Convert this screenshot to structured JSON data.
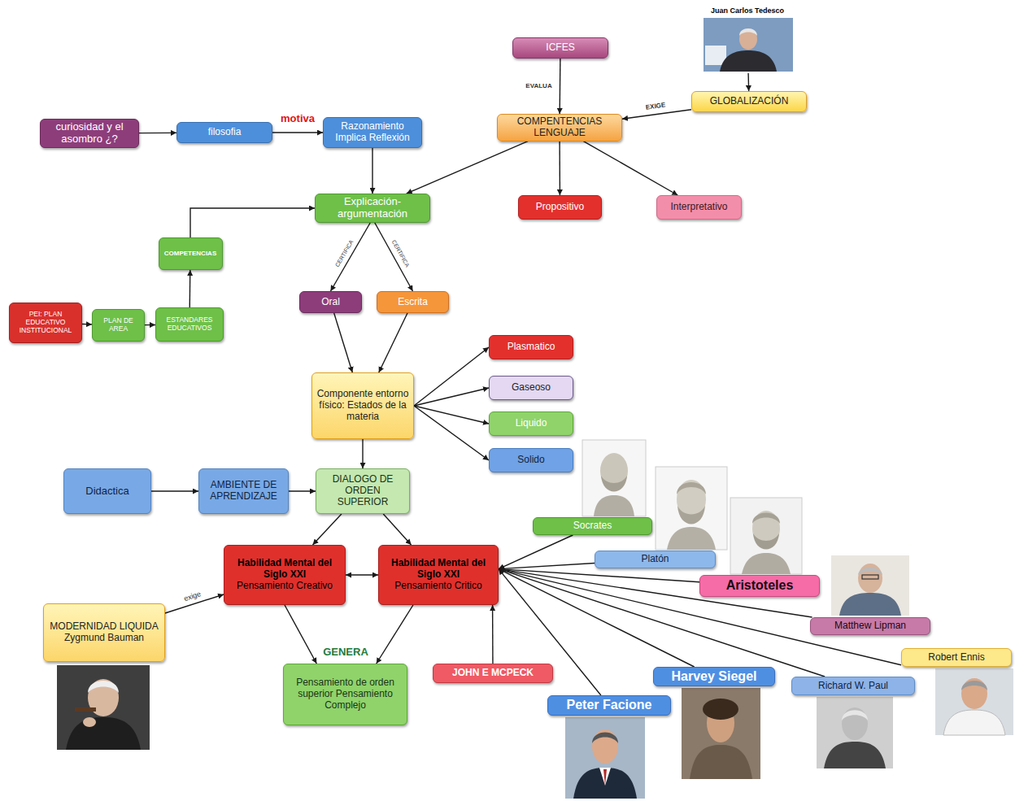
{
  "diagram": {
    "nodes": [
      {
        "text": [
          "ICFES"
        ]
      },
      {
        "text": [
          "Juan Carlos Tedesco"
        ]
      },
      {
        "text": [
          "GLOBALIZACIÓN"
        ]
      },
      {
        "text": [
          "curiosidad y el asombro ¿?"
        ]
      },
      {
        "text": [
          "filosofia"
        ]
      },
      {
        "text": [
          "Razonamiento Implica Reflexión"
        ]
      },
      {
        "text": [
          "COMPENTENCIAS LENGUAJE"
        ]
      },
      {
        "text": [
          "Explicación-argumentación"
        ]
      },
      {
        "text": [
          "Propositivo"
        ]
      },
      {
        "text": [
          "Interpretativo"
        ]
      },
      {
        "text": [
          "COMPETENCIAS"
        ]
      },
      {
        "text": [
          "Oral"
        ]
      },
      {
        "text": [
          "Escrita"
        ]
      },
      {
        "text": [
          "PEI: PLAN EDUCATIVO INSTITUCIONAL"
        ]
      },
      {
        "text": [
          "PLAN DE AREA"
        ]
      },
      {
        "text": [
          "ESTANDARES EDUCATIVOS"
        ]
      },
      {
        "text": [
          "Plasmatico"
        ]
      },
      {
        "text": [
          "Componente entorno físico: Estados de la materia"
        ]
      },
      {
        "text": [
          "Gaseoso"
        ]
      },
      {
        "text": [
          "Liquido"
        ]
      },
      {
        "text": [
          "Solido"
        ]
      },
      {
        "text": [
          "Didactica"
        ]
      },
      {
        "text": [
          "AMBIENTE DE APRENDIZAJE"
        ]
      },
      {
        "text": [
          "DIALOGO DE ORDEN SUPERIOR"
        ]
      },
      {
        "text": [
          "Socrates"
        ]
      },
      {
        "text": [
          "Habilidad Mental del Siglo XXI",
          "Pensamiento Creativo"
        ]
      },
      {
        "text": [
          "Habilidad Mental del Siglo XXI",
          "Pensamiento Critico"
        ]
      },
      {
        "text": [
          "Platón"
        ]
      },
      {
        "text": [
          "Aristoteles"
        ]
      },
      {
        "text": [
          "MODERNIDAD LIQUIDA",
          "Zygmund Bauman"
        ]
      },
      {
        "text": [
          "Matthew Lipman"
        ]
      },
      {
        "text": [
          "Robert Ennis"
        ]
      },
      {
        "text": [
          "Pensamiento de orden superior Pensamiento Complejo"
        ]
      },
      {
        "text": [
          "JOHN E MCPECK"
        ]
      },
      {
        "text": [
          "Harvey Siegel"
        ]
      },
      {
        "text": [
          "Richard W. Paul"
        ]
      },
      {
        "text": [
          "Peter Facione"
        ]
      }
    ],
    "edges": [
      {
        "from": 1,
        "to": 2,
        "arrow": "to"
      },
      {
        "from": 0,
        "to": 6,
        "label": "EVALUA",
        "arrow": "to"
      },
      {
        "from": 2,
        "to": 6,
        "label": "EXIGE",
        "arrow": "to"
      },
      {
        "from": 3,
        "to": 4,
        "arrow": "to"
      },
      {
        "from": 4,
        "to": 5,
        "label": "motiva",
        "arrow": "to"
      },
      {
        "from": 6,
        "to": 7,
        "arrow": "to"
      },
      {
        "from": 6,
        "to": 8,
        "arrow": "to"
      },
      {
        "from": 6,
        "to": 9,
        "arrow": "to"
      },
      {
        "from": 5,
        "to": 7,
        "arrow": "to"
      },
      {
        "from": 10,
        "to": 7,
        "arrow": "to"
      },
      {
        "from": 13,
        "to": 14,
        "arrow": "to"
      },
      {
        "from": 14,
        "to": 15,
        "arrow": "to"
      },
      {
        "from": 15,
        "to": 10,
        "arrow": "to"
      },
      {
        "from": 7,
        "to": 11,
        "label": "CERTIFICA",
        "arrow": "to"
      },
      {
        "from": 7,
        "to": 12,
        "label": "CERTIFICA",
        "arrow": "to"
      },
      {
        "from": 11,
        "to": 17,
        "arrow": "to"
      },
      {
        "from": 12,
        "to": 17,
        "arrow": "to"
      },
      {
        "from": 17,
        "to": 16,
        "arrow": "to"
      },
      {
        "from": 17,
        "to": 18,
        "arrow": "to"
      },
      {
        "from": 17,
        "to": 19,
        "arrow": "to"
      },
      {
        "from": 17,
        "to": 20,
        "arrow": "to"
      },
      {
        "from": 17,
        "to": 23,
        "arrow": "to"
      },
      {
        "from": 21,
        "to": 22,
        "arrow": "to"
      },
      {
        "from": 22,
        "to": 23,
        "arrow": "to"
      },
      {
        "from": 23,
        "to": 25,
        "arrow": "to"
      },
      {
        "from": 23,
        "to": 26,
        "arrow": "to"
      },
      {
        "from": 25,
        "to": 26,
        "arrow": "both"
      },
      {
        "from": 29,
        "to": 25,
        "label": "exige",
        "arrow": "to"
      },
      {
        "from": 25,
        "to": 32,
        "arrow": "to"
      },
      {
        "from": 26,
        "to": 32,
        "arrow": "to"
      },
      {
        "from": 24,
        "to": 26,
        "arrow": "to"
      },
      {
        "from": 27,
        "to": 26,
        "arrow": "to"
      },
      {
        "from": 28,
        "to": 26,
        "arrow": "to"
      },
      {
        "from": 30,
        "to": 26,
        "arrow": "to"
      },
      {
        "from": 31,
        "to": 26,
        "arrow": "to"
      },
      {
        "from": 35,
        "to": 26,
        "arrow": "to"
      },
      {
        "from": 34,
        "to": 26,
        "arrow": "to"
      },
      {
        "from": 36,
        "to": 26,
        "arrow": "to"
      },
      {
        "from": 33,
        "to": 26,
        "arrow": "to"
      }
    ],
    "labels": [
      "GENERA"
    ]
  }
}
